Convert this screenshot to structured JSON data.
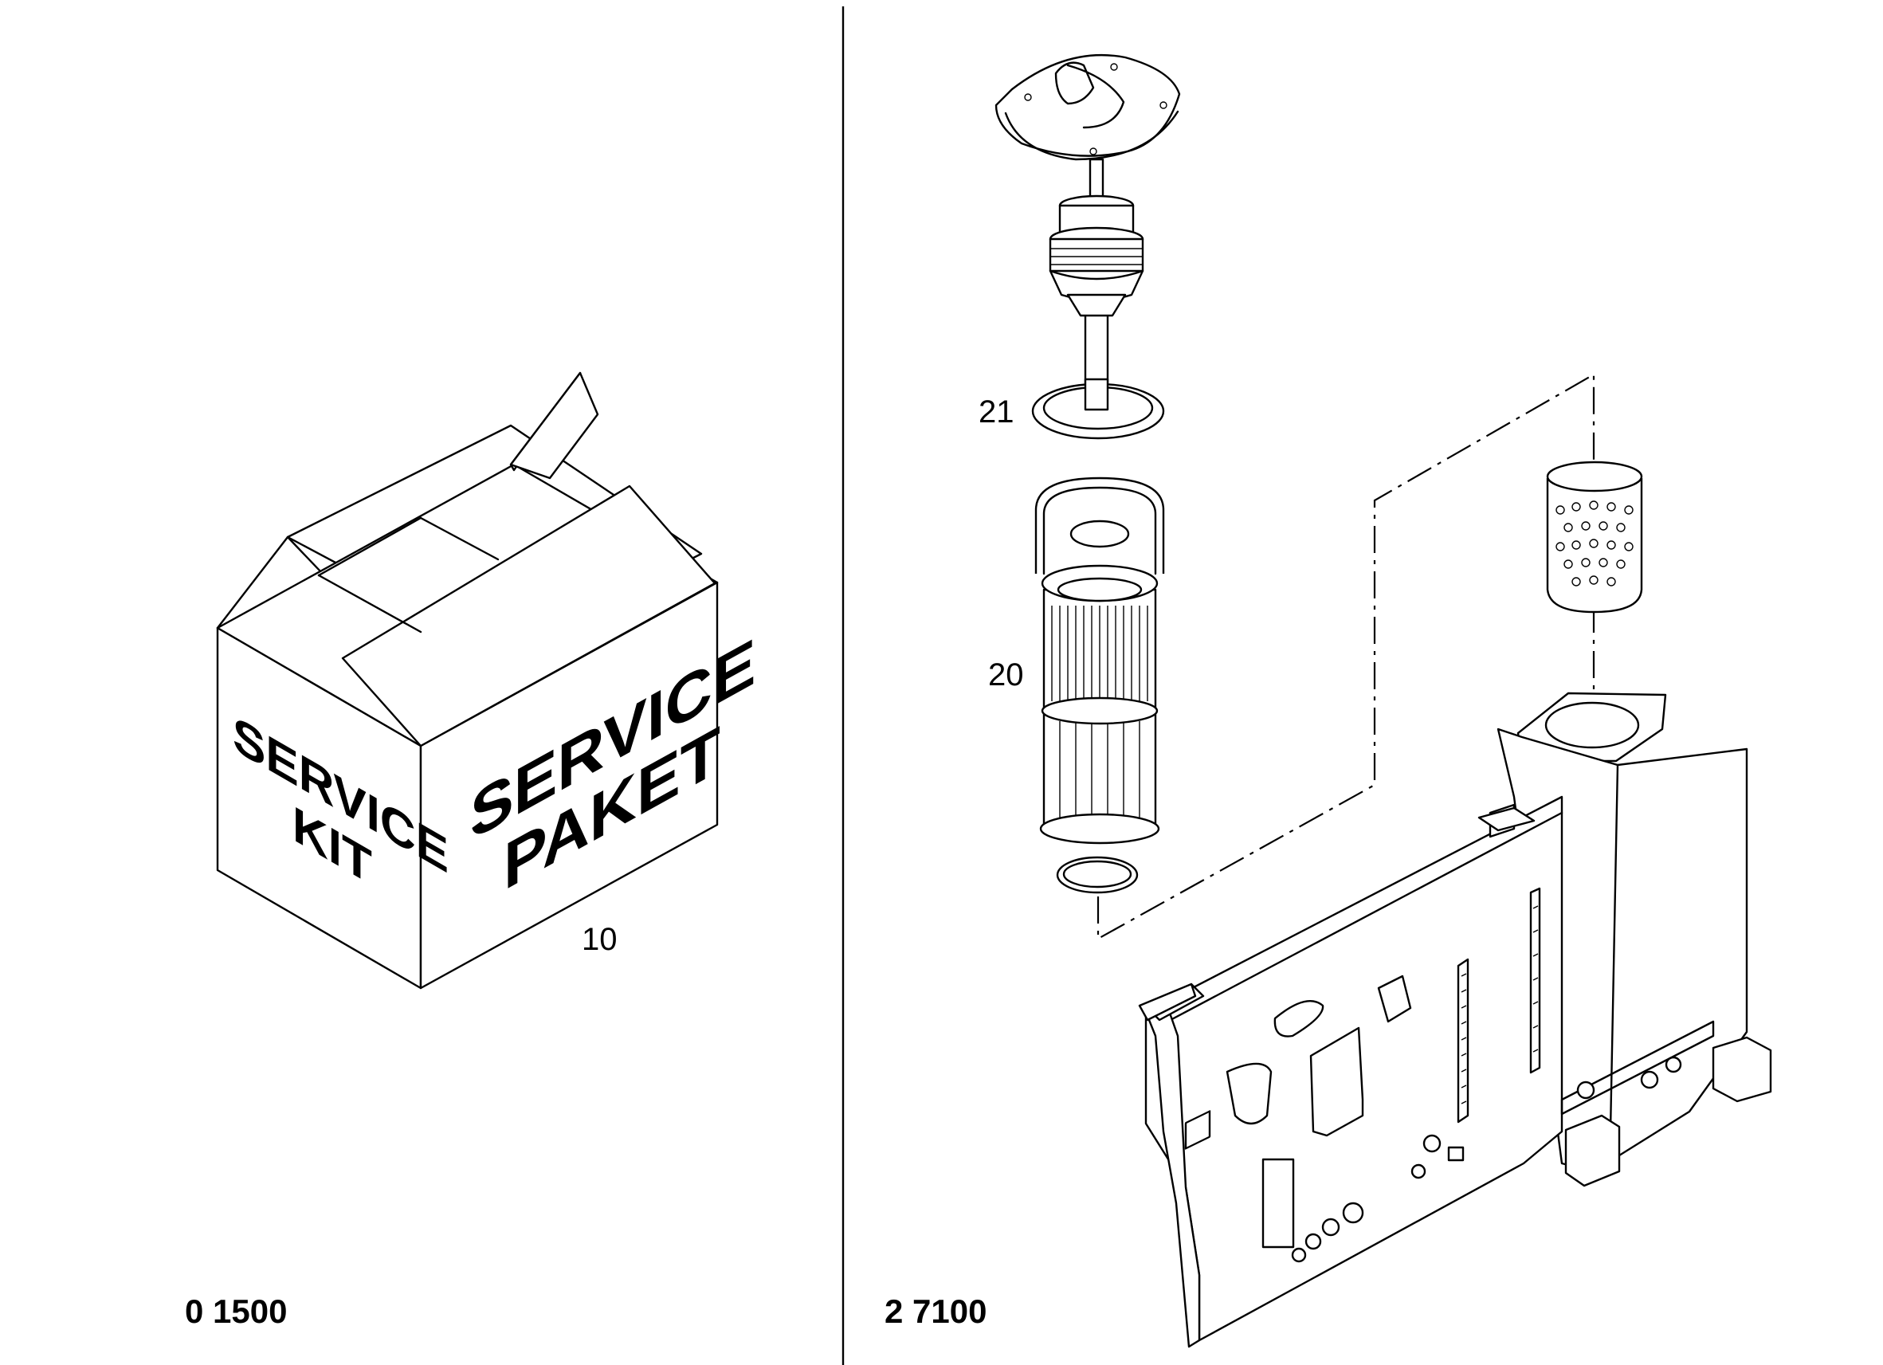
{
  "left_panel": {
    "section_code": "0 1500",
    "box_side_text_line1": "SERVICE",
    "box_side_text_line2": "KIT",
    "box_front_text_line1": "SERVICE",
    "box_front_text_line2": "PAKET",
    "callout_box": "10"
  },
  "right_panel": {
    "section_code": "2 7100",
    "callout_seal_ring": "21",
    "callout_filter_element": "20"
  }
}
